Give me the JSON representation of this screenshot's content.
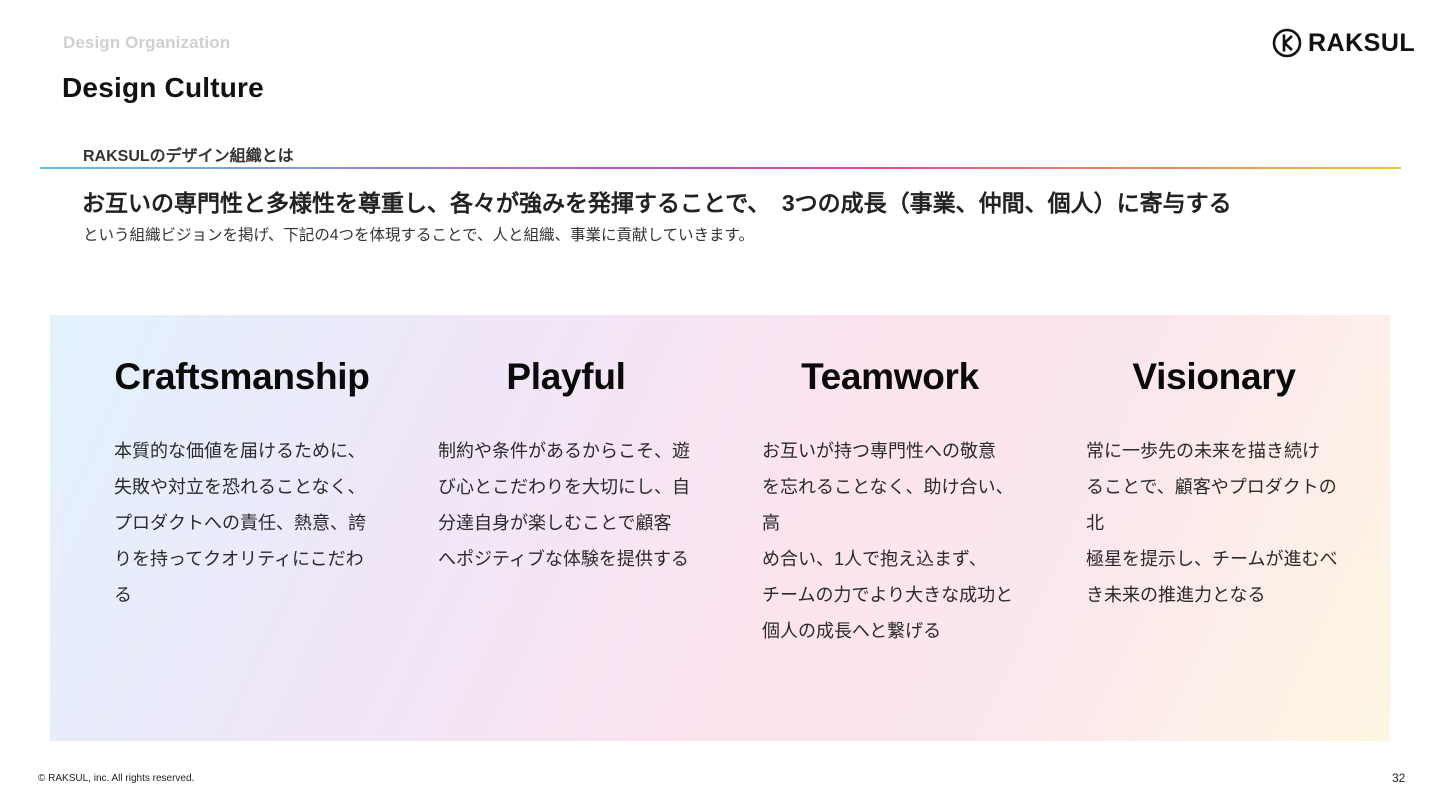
{
  "header": {
    "section_label": "Design Organization",
    "title": "Design Culture",
    "logo_text": "RAKSUL"
  },
  "intro": {
    "subheading": "RAKSULのデザイン組織とは",
    "statement": "お互いの専門性と多様性を尊重し、各々が強みを発揮することで、　3つの成長（事業、仲間、個人）に寄与する",
    "description": "という組織ビジョンを掲げ、下記の4つを体現することで、人と組織、事業に貢献していきます。"
  },
  "values": [
    {
      "title": "Craftsmanship",
      "body": "本質的な価値を届けるために、\n失敗や対立を恐れることなく、\nプロダクトへの責任、熱意、誇\nりを持ってクオリティにこだわる"
    },
    {
      "title": "Playful",
      "body": "制約や条件があるからこそ、遊\nび心とこだわりを大切にし、自\n分達自身が楽しむことで顧客\nへポジティブな体験を提供する"
    },
    {
      "title": "Teamwork",
      "body": "お互いが持つ専門性への敬意\nを忘れることなく、助け合い、高\nめ合い、1人で抱え込まず、\nチームの力でより大きな成功と\n個人の成長へと繋げる"
    },
    {
      "title": "Visionary",
      "body": "常に一歩先の未来を描き続け\nることで、顧客やプロダクトの北\n極星を提示し、チームが進むべ\nき未来の推進力となる"
    }
  ],
  "footer": {
    "copyright": "© RAKSUL, inc. All rights reserved.",
    "page_number": "32"
  },
  "colors": {
    "accent_line": [
      "#5bc6e8",
      "#b05fc5",
      "#e2468e",
      "#f4c33a"
    ],
    "panel_gradient": [
      "#e2f2fd",
      "#fce4ef",
      "#fdf6e2"
    ]
  },
  "icons": {
    "logo_mark": "raksul-logo-icon"
  }
}
